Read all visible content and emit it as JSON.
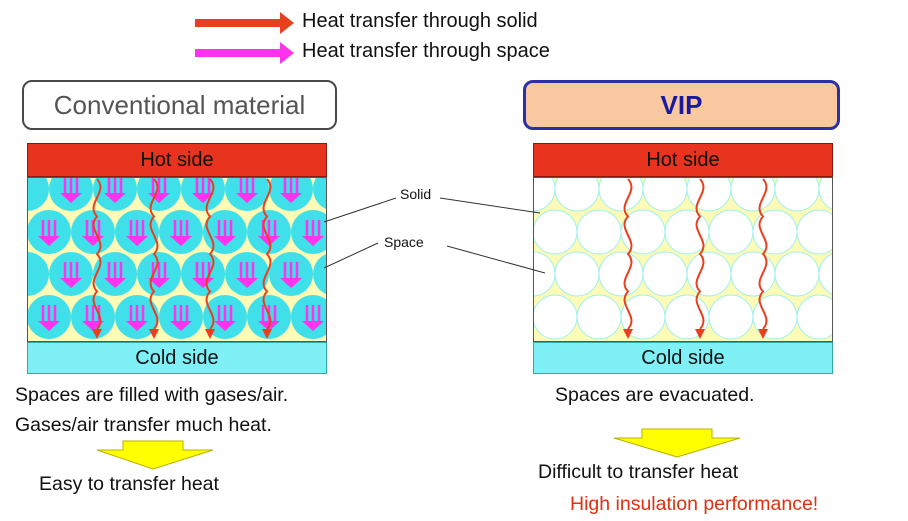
{
  "legend": {
    "solid_label": "Heat transfer through solid",
    "space_label": "Heat transfer through space",
    "solid_color": "#e8401f",
    "space_color": "#ff33ee"
  },
  "conventional": {
    "title": "Conventional material",
    "hot_label": "Hot side",
    "cold_label": "Cold side",
    "caption_line1": "Spaces are filled with gases/air.",
    "caption_line2": "Gases/air transfer much heat.",
    "result": "Easy to transfer heat"
  },
  "vip": {
    "title": "VIP",
    "hot_label": "Hot side",
    "cold_label": "Cold side",
    "caption_line1": "Spaces are evacuated.",
    "result": "Difficult to transfer heat",
    "highlight": "High insulation performance!"
  },
  "callouts": {
    "solid": "Solid",
    "space": "Space"
  },
  "colors": {
    "hot": "#e8341f",
    "cold": "#7ff0f5",
    "solid_matrix": "#fdfbb5",
    "gas_space": "#3fe0ea",
    "result_arrow": "#ffff00",
    "highlight_text": "#e03010",
    "vip_border": "#2b2fa8",
    "vip_fill": "#f8c8a0"
  }
}
